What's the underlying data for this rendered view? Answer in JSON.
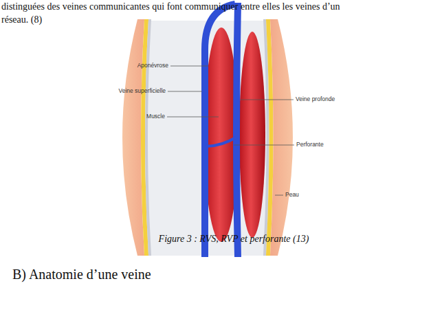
{
  "diagram": {
    "caption": "Figure 3 : RVS, RVP et perforante (13)",
    "labels": [
      "distinguées des veines communicantes qui font communiquer entre elles les veines d’un",
      "réseau. (8)",
      "Aponévrose",
      "Veine superficielle",
      "Muscle",
      "Veine profonde",
      "Perforante",
      "Peau",
      "B) Anatomie d’une veine"
    ]
  }
}
